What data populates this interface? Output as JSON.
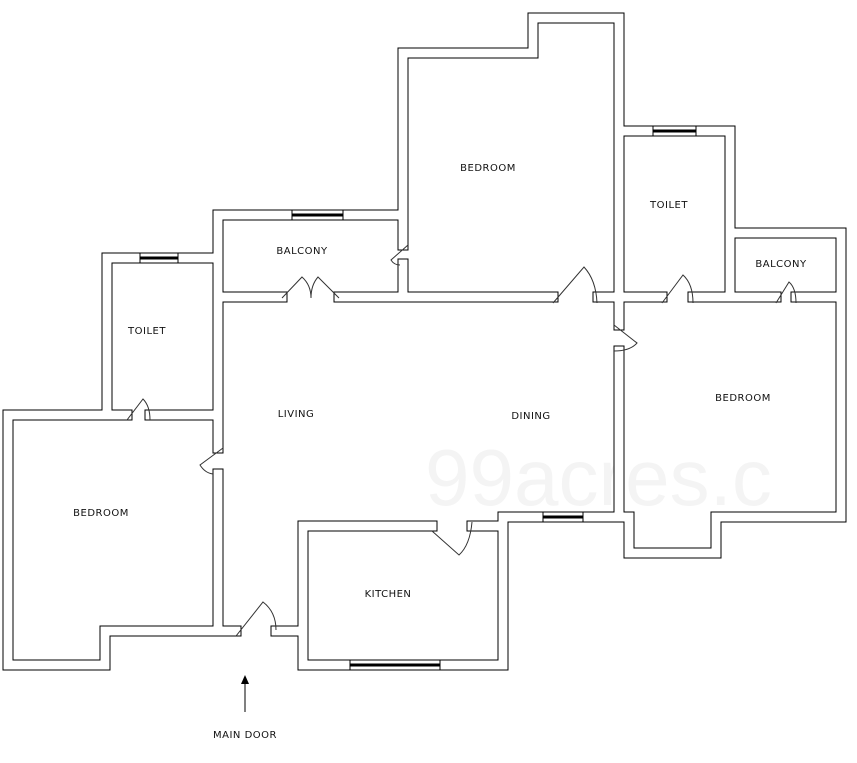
{
  "watermark": "99acres.c",
  "rooms": {
    "bedroom_top": "BEDROOM",
    "toilet_right": "TOILET",
    "balcony_left": "BALCONY",
    "balcony_right": "BALCONY",
    "toilet_left": "TOILET",
    "living": "LIVING",
    "dining": "DINING",
    "bedroom_right": "BEDROOM",
    "bedroom_left": "BEDROOM",
    "kitchen": "KITCHEN"
  },
  "main_door_label": "MAIN DOOR"
}
